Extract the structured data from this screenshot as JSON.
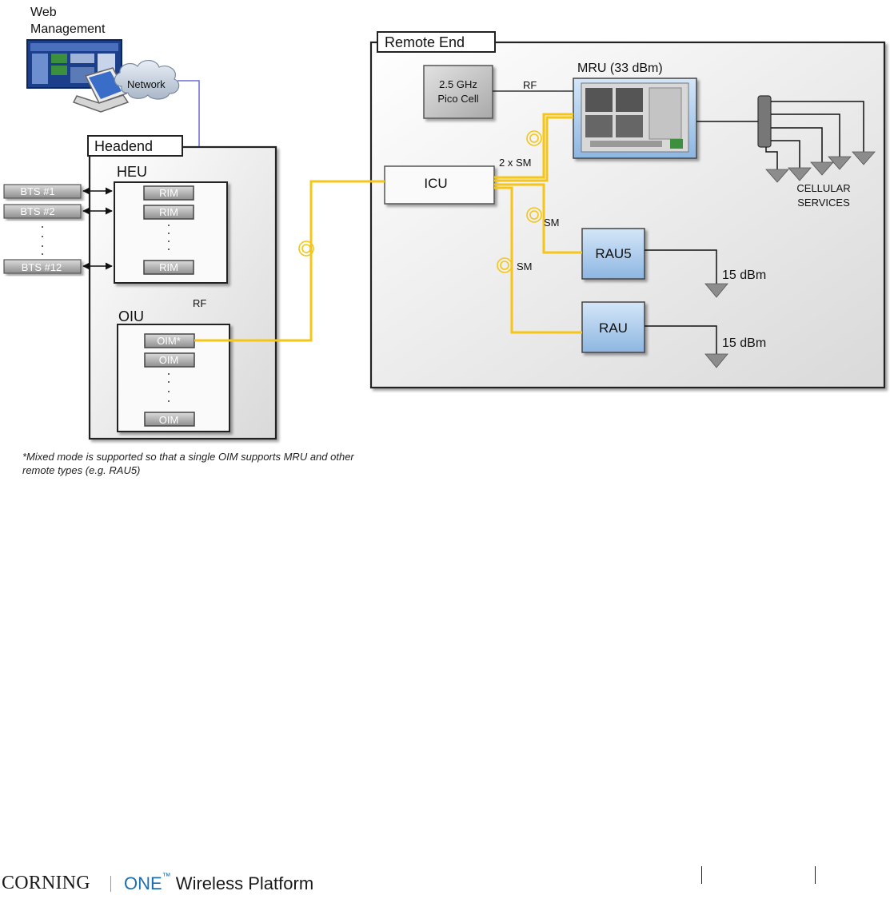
{
  "web_management": {
    "label_line1": "Web",
    "label_line2": "Management"
  },
  "network": {
    "label": "Network"
  },
  "headend": {
    "title": "Headend",
    "heu_label": "HEU",
    "rim_labels": [
      "RIM",
      "RIM",
      "RIM"
    ],
    "bts_labels": [
      "BTS #1",
      "BTS #2",
      "BTS #12"
    ],
    "rf_label": "RF",
    "oiu_label": "OIU",
    "oim_labels": [
      "OIM*",
      "OIM",
      "OIM"
    ]
  },
  "remote_end": {
    "title": "Remote End",
    "pico_line1": "2.5 GHz",
    "pico_line2": "Pico Cell",
    "rf_label": "RF",
    "mru_label": "MRU (33 dBm)",
    "icu_label": "ICU",
    "two_sm_label": "2 x SM",
    "sm_label_1": "SM",
    "sm_label_2": "SM",
    "rau5_label": "RAU5",
    "rau_label": "RAU",
    "power_rau5": "15 dBm",
    "power_rau": "15 dBm",
    "cellular_line1": "CELLULAR",
    "cellular_line2": "SERVICES"
  },
  "footnote": "*Mixed mode is supported so that a single OIM supports MRU and other remote types (e.g. RAU5)",
  "footer": {
    "brand": "CORNING",
    "product_one": "ONE",
    "product_tm": "™",
    "product_rest": " Wireless Platform"
  },
  "colors": {
    "fiber": "#f5c518",
    "network_link": "#6b6bd6",
    "rau_fill": "#a9c8ea",
    "panel_fill": "#ececec"
  }
}
